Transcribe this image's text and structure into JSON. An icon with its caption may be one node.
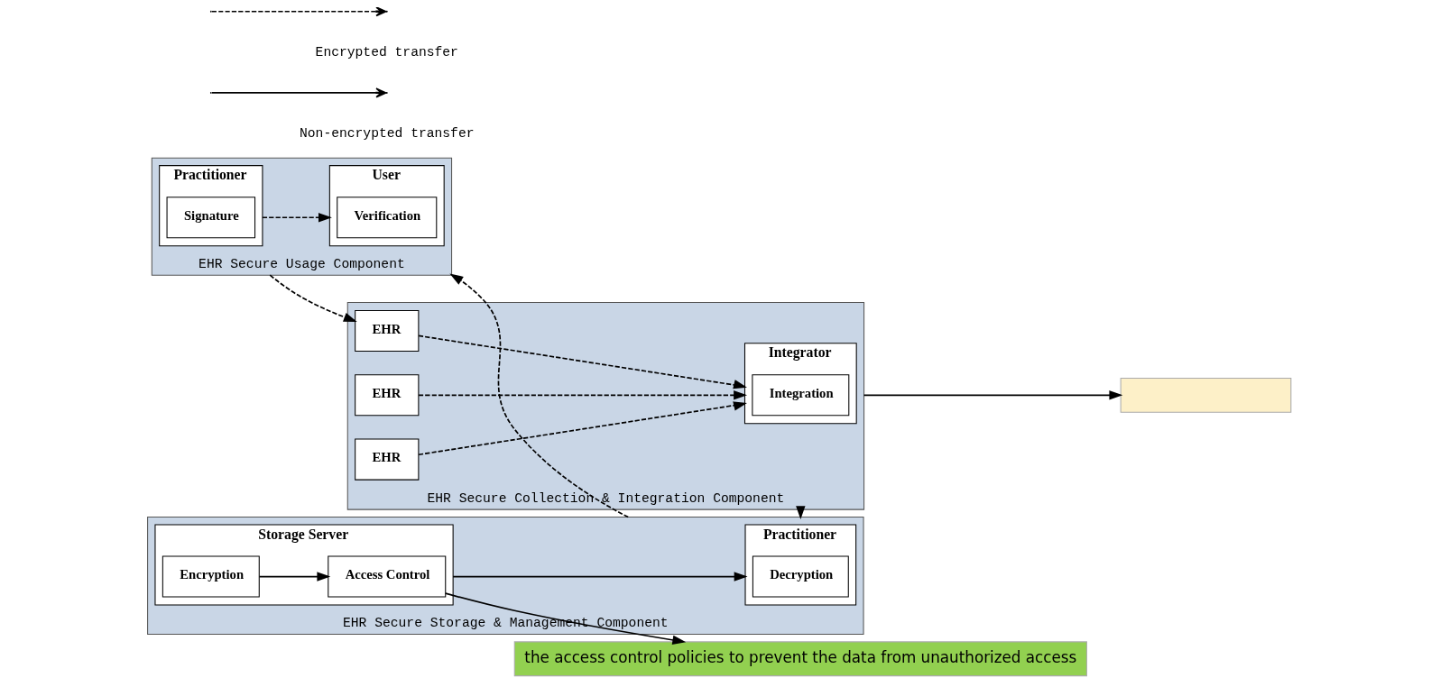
{
  "diagram": {
    "nodes": [
      {
        "text": [],
        "shape": "box"
      },
      {
        "text": [
          "the access control policies to prevent the data from unauthorized access"
        ]
      },
      {
        "text": [
          "EHR Secure Collection & Integration Component"
        ]
      },
      {
        "text": [
          "EHR"
        ],
        "in": 2
      },
      {
        "text": [
          "EHR"
        ],
        "in": 2
      },
      {
        "text": [
          "EHR"
        ],
        "in": 2
      },
      {
        "text": [
          "Integrator"
        ],
        "in": 2
      },
      {
        "text": [
          "Integration"
        ],
        "in": 6
      },
      {
        "text": [
          "EHR Secure Storage & Management Component"
        ]
      },
      {
        "text": [
          "Storage Server"
        ],
        "in": 8
      },
      {
        "text": [
          "Encryption"
        ],
        "in": 9
      },
      {
        "text": [
          "Access Control"
        ],
        "in": 9
      },
      {
        "text": [
          "Practitioner"
        ],
        "in": 8
      },
      {
        "text": [
          "Decryption"
        ],
        "in": 12
      },
      {
        "text": [
          "EHR Secure Usage Component"
        ]
      },
      {
        "text": [
          "User"
        ],
        "in": 14
      },
      {
        "text": [
          "Verification"
        ],
        "in": 15
      },
      {
        "text": [
          "Practitioner"
        ],
        "in": 14
      },
      {
        "text": [
          "Signature"
        ],
        "in": 17
      }
    ],
    "edges": [
      {
        "from": 3,
        "to": 6,
        "arrow": "to",
        "style": "dashed"
      },
      {
        "from": 4,
        "to": 6,
        "arrow": "to",
        "style": "dashed"
      },
      {
        "from": 5,
        "to": 6,
        "arrow": "to",
        "style": "dashed"
      },
      {
        "from": 2,
        "to": 0,
        "arrow": "to"
      },
      {
        "from": 2,
        "to": 8,
        "arrow": "to",
        "style": "dashed"
      },
      {
        "from": 10,
        "to": 11,
        "arrow": "to"
      },
      {
        "from": 11,
        "to": 1,
        "arrow": "to"
      },
      {
        "from": 9,
        "to": 12,
        "arrow": "to"
      },
      {
        "from": 8,
        "to": 14,
        "arrow": "to",
        "style": "dashed"
      },
      {
        "from": 17,
        "to": 15,
        "arrow": "to",
        "style": "dashed"
      },
      {
        "from": 14,
        "to": 3,
        "arrow": "to",
        "style": "dashed"
      }
    ],
    "legend": [
      {
        "text": "Encrypted transfer"
      },
      {
        "text": "Non-encrypted transfer"
      }
    ]
  }
}
